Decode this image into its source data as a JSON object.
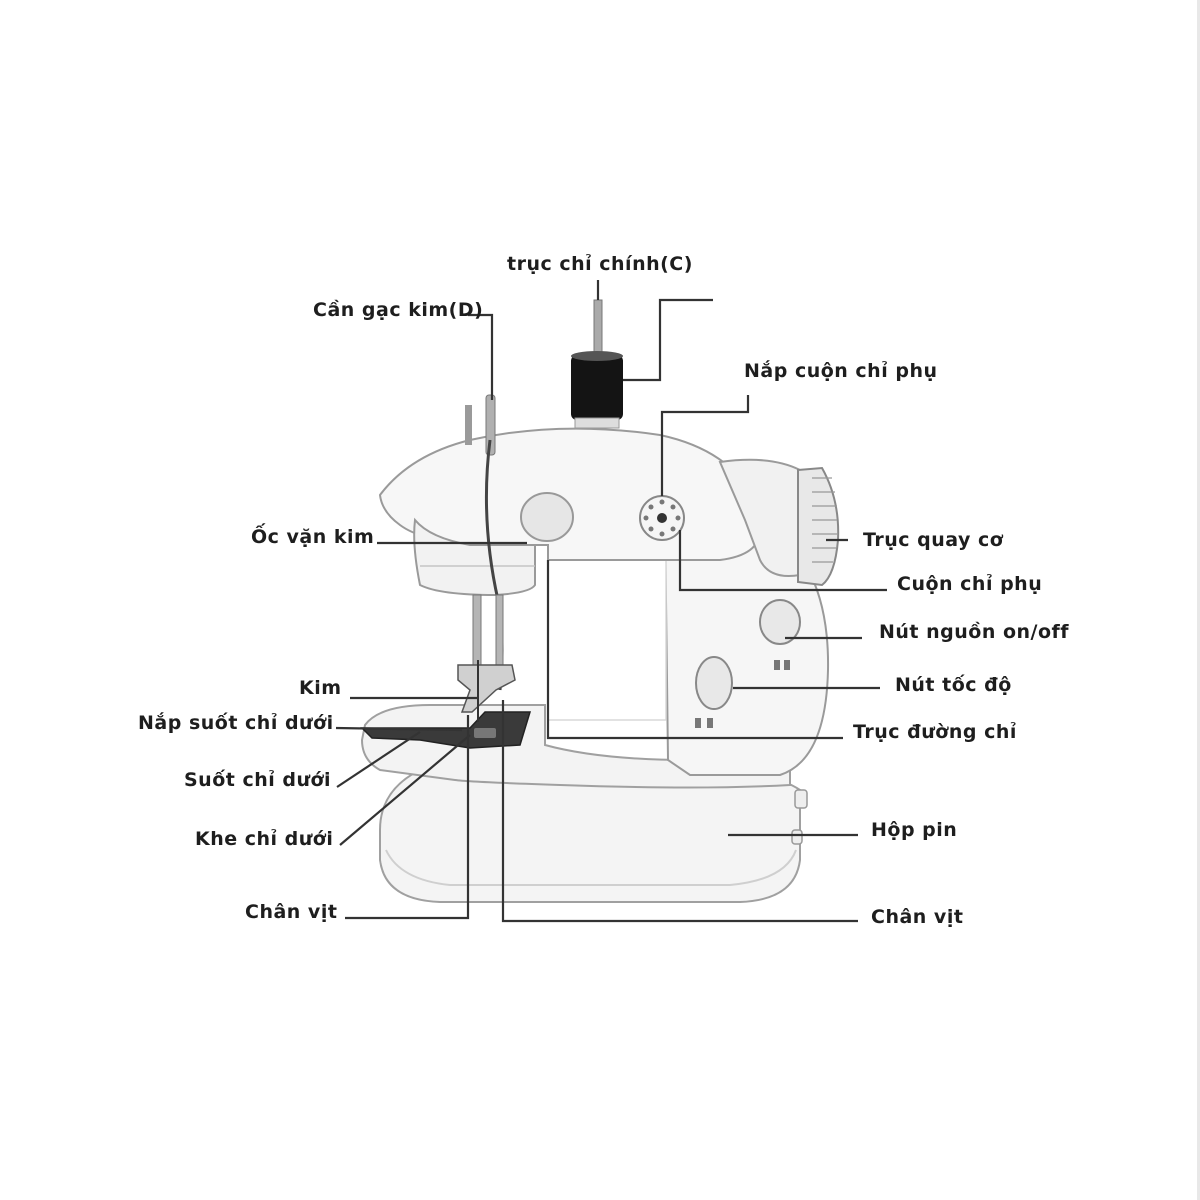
{
  "labels": {
    "truc_chi_chinh": "trục chỉ chính(C)",
    "can_gac_kim": "Cần gạc kim(D)",
    "nap_cuon_chi_phu": "Nắp cuộn chỉ phụ",
    "oc_van_kim": "Ốc vặn kim",
    "truc_quay_co": "Trục quay cơ",
    "cuon_chi_phu": "Cuộn chỉ phụ",
    "nut_nguon": "Nút nguồn on/off",
    "nut_toc_do": "Nút tốc độ",
    "kim": "Kim",
    "nap_suot_chi_duoi": "Nắp suốt chỉ dưới",
    "truc_duong_chi": "Trục đường chỉ",
    "suot_chi_duoi": "Suốt chỉ dưới",
    "khe_chi_duoi": "Khe chỉ dưới",
    "hop_pin": "Hộp pin",
    "chan_vit_left": "Chân vịt",
    "chan_vit_right": "Chân vịt"
  },
  "colors": {
    "machine_body": "#f6f6f6",
    "machine_outline": "#9a9a9a",
    "spool": "#141414",
    "line": "#333333",
    "text": "#1e1e1e"
  }
}
